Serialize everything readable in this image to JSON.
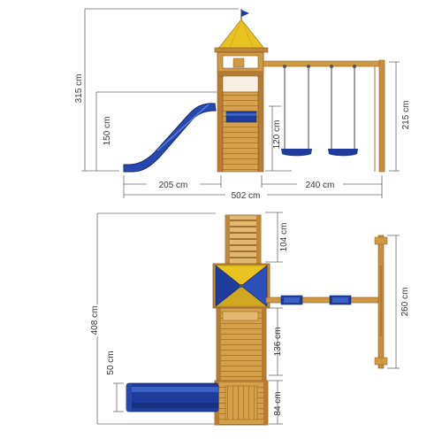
{
  "elevation": {
    "height_total": "315 cm",
    "height_deck": "150 cm",
    "height_swing_seat": "120 cm",
    "height_swing_frame": "215 cm",
    "width_slide": "205 cm",
    "width_swing": "240 cm",
    "width_overall": "502 cm"
  },
  "plan": {
    "length_overall": "408 cm",
    "length_ladder": "104 cm",
    "length_tower_rear": "136 cm",
    "length_rear_platform": "84 cm",
    "width_slide": "50 cm",
    "length_swing_frame": "260 cm"
  },
  "colors": {
    "wood": "#d09a45",
    "wood_dark": "#a8702a",
    "roof_yellow": "#e8c21e",
    "blue": "#1e3c9c",
    "blue_light": "#3a60c4",
    "dimension_line": "#6b6b6b"
  }
}
